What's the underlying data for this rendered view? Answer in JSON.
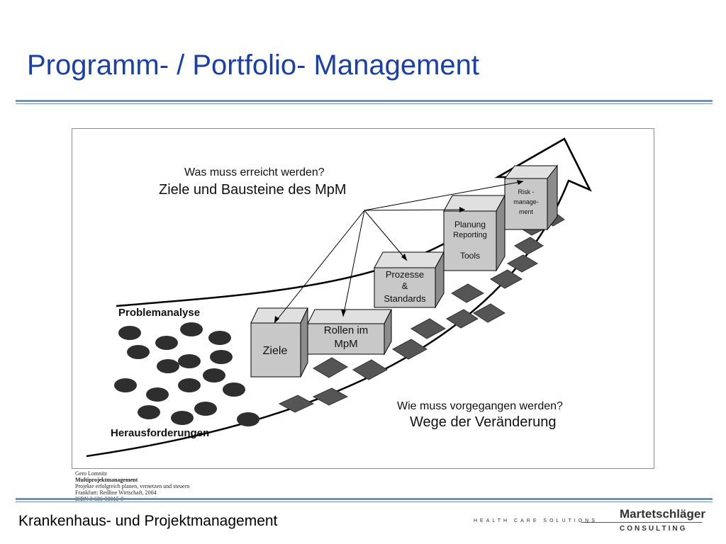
{
  "slide": {
    "title": "Programm- / Portfolio- Management",
    "footer": "Krankenhaus- und Projektmanagement"
  },
  "diagram": {
    "question_top": "Was muss erreicht werden?",
    "heading_top": "Ziele und Bausteine des MpM",
    "question_bottom": "Wie muss vorgegangen werden?",
    "heading_bottom": "Wege der Veränderung",
    "label_problem": "Problemanalyse",
    "label_challenges": "Herausforderungen",
    "blocks": [
      {
        "id": "ziele",
        "lines": [
          "Ziele"
        ]
      },
      {
        "id": "rollen",
        "lines": [
          "Rollen im",
          "MpM"
        ]
      },
      {
        "id": "prozesse",
        "lines": [
          "Prozesse",
          "&",
          "Standards"
        ]
      },
      {
        "id": "planung",
        "lines": [
          "Planung",
          "Reporting",
          "Tools"
        ]
      },
      {
        "id": "risk",
        "lines": [
          "Risk -",
          "manage-",
          "ment"
        ]
      }
    ]
  },
  "citation": {
    "author": "Gero Lomnitz",
    "book_title": "Multiprojektmanagement",
    "subtitle": "Projekte erfolgreich planen, vernetzen und steuern",
    "publisher": "Frankfurt: Redline Wirtschaft, 2004",
    "isbn": "ISBN 3-636-03015-9"
  },
  "logo": {
    "tagline": "HEALTH CARE SOLUTIONS",
    "name": "Martetschläger",
    "sub": "CONSULTING"
  },
  "colors": {
    "title": "#1a3fa6",
    "rule": "#6f93b8",
    "block_front": "#c8c8c8",
    "block_side": "#8c8c8c",
    "dots": "#2e2e2e"
  }
}
